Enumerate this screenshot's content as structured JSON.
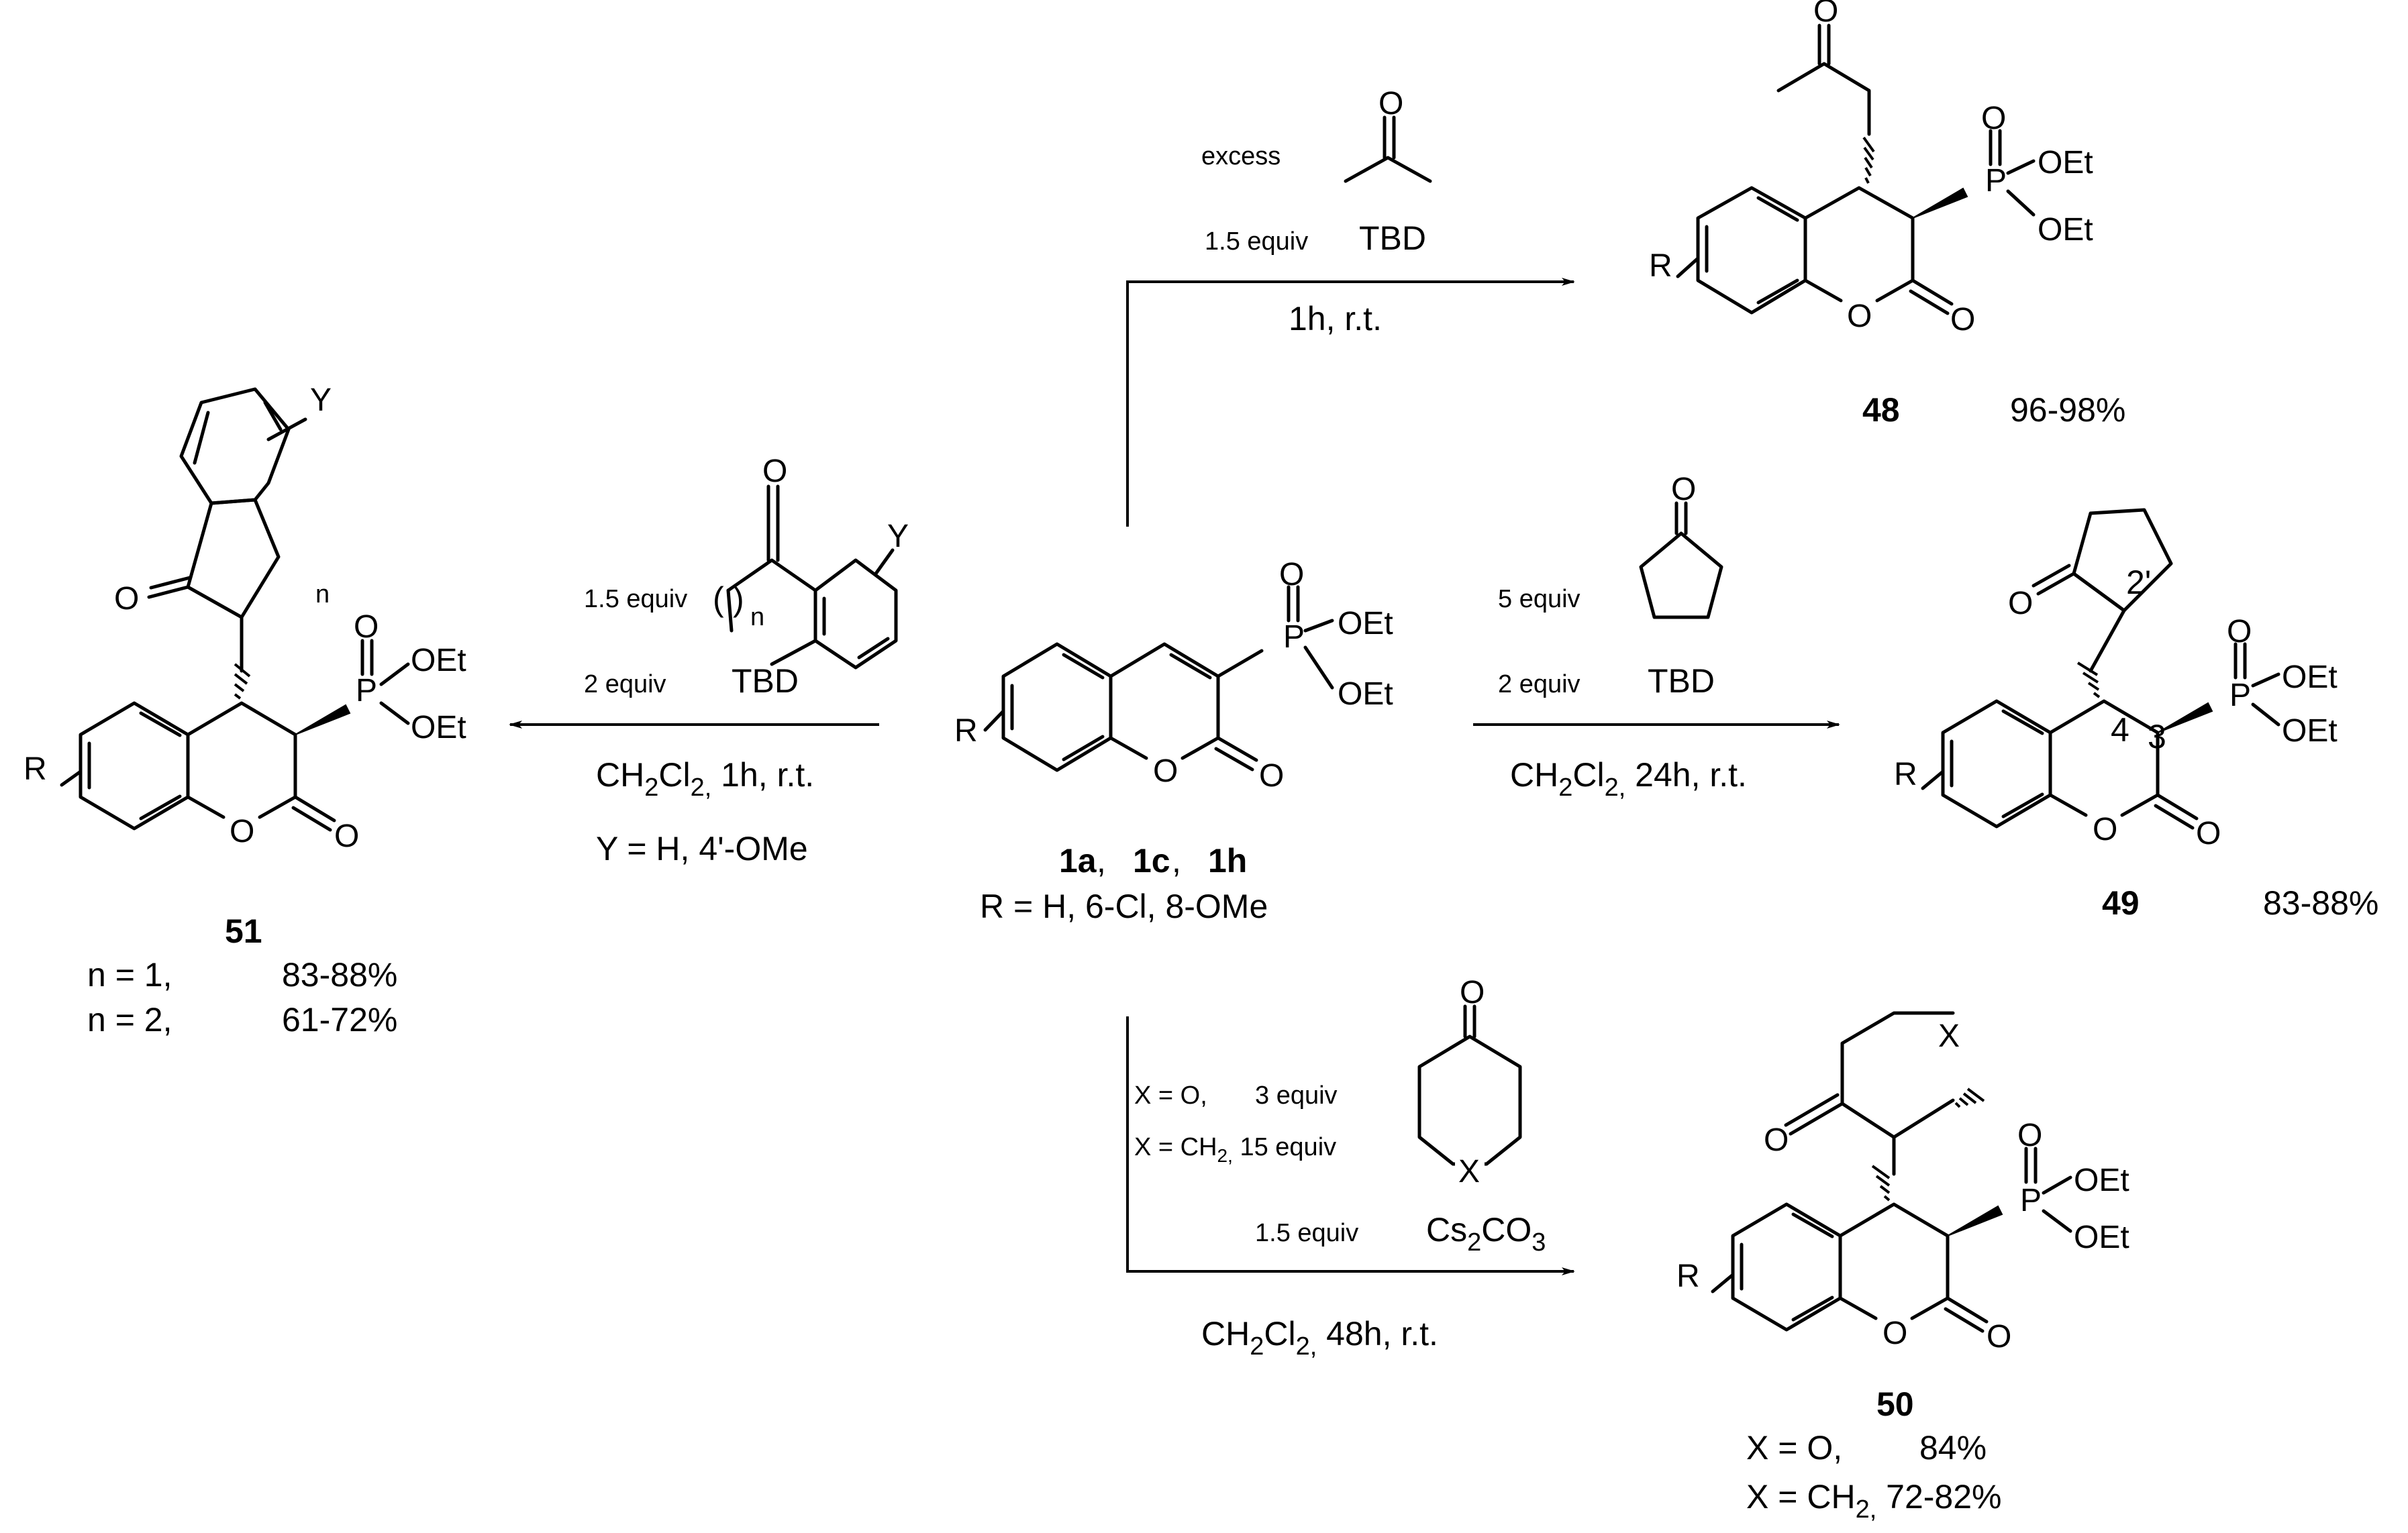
{
  "center": {
    "compounds": {
      "a": "1a",
      "c": "1c",
      "h": "1h",
      "sep": ","
    },
    "r_line": "R =  H, 6-Cl, 8-OMe"
  },
  "atoms": {
    "P": "P",
    "O": "O",
    "OEt": "OEt",
    "R": "R",
    "X": "X",
    "Y": "Y",
    "n": "n",
    "paren_open": "(",
    "paren_close": ")",
    "pos4": "4",
    "pos3": "3",
    "pos2p": "2'"
  },
  "top_reaction": {
    "excess": "excess",
    "equiv": "1.5 equiv",
    "base": "TBD",
    "conditions": "1h, r.t.",
    "product_number": "48",
    "yield": "96-98%"
  },
  "right_reaction": {
    "equiv1": "5 equiv",
    "equiv2": "2 equiv",
    "base": "TBD",
    "solvent_a": "CH",
    "solvent_sub1": "2",
    "solvent_b": "Cl",
    "solvent_sub2": "2,",
    "conditions": " 24h, r.t.",
    "product_number": "49",
    "yield": "83-88%"
  },
  "left_reaction": {
    "equiv1": "1.5 equiv",
    "equiv2": "2 equiv",
    "base": "TBD",
    "solvent_a": "CH",
    "solvent_sub1": "2",
    "solvent_b": "Cl",
    "solvent_sub2": "2,",
    "conditions": " 1h, r.t.",
    "y_line": "Y = H, 4'-OMe",
    "product_number": "51",
    "n1_label": "n = 1,",
    "n1_yield": "83-88%",
    "n2_label": "n = 2,",
    "n2_yield": "61-72%"
  },
  "bottom_reaction": {
    "x_o": "X = O,",
    "x_o_equiv": "3 equiv",
    "x_ch2_a": "X = CH",
    "x_ch2_sub": "2,",
    "x_ch2_equiv": " 15 equiv",
    "equiv": "1.5 equiv",
    "base_a": "Cs",
    "base_sub1": "2",
    "base_b": "CO",
    "base_sub2": "3",
    "solvent_a": "CH",
    "solvent_sub1": "2",
    "solvent_b": "Cl",
    "solvent_sub2": "2,",
    "conditions": " 48h, r.t.",
    "product_number": "50",
    "x1_label": "X = O,",
    "x1_yield": "84%",
    "x2_label_a": "X = CH",
    "x2_label_sub": "2,",
    "x2_yield": "  72-82%"
  }
}
